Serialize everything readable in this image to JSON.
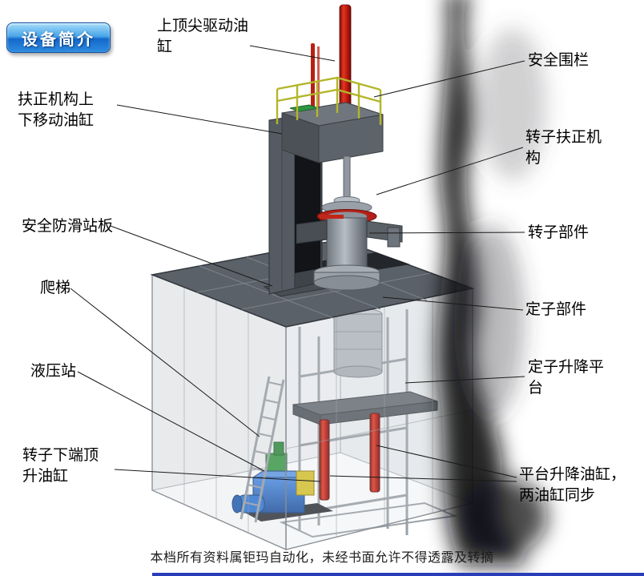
{
  "badge": {
    "label": "设备简介"
  },
  "labels": {
    "top_drive_cylinder": "上顶尖驱动油\n缸",
    "safety_fence": "安全围栏",
    "centering_move_cylinder": "扶正机构上\n下移动油缸",
    "rotor_centering_mech": "转子扶正机\n构",
    "anti_slip_board": "安全防滑站板",
    "rotor_part": "转子部件",
    "ladder": "爬梯",
    "stator_part": "定子部件",
    "hydraulic_station": "液压站",
    "stator_lift_platform": "定子升降平\n台",
    "rotor_bottom_jack_cylinder": "转子下端顶\n升油缸",
    "platform_lift_cylinders": "平台升降油缸，\n两油缸同步"
  },
  "footer": {
    "text": "本档所有资料属钜玛自动化，未经书面允许不得透露及转摘"
  },
  "colors": {
    "badge_blue": "#1468cc",
    "cylinder_red": "#c01810",
    "fence_yellow": "#b3b62a",
    "hydraulic_blue": "#2a6fd0",
    "deck_gray": "#5b6169"
  }
}
